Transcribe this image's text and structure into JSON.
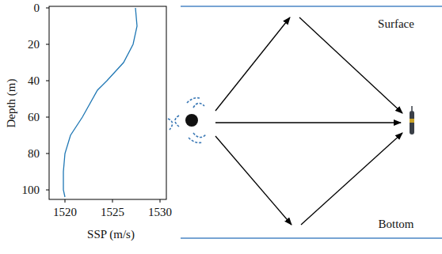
{
  "diagram": {
    "labels": [
      "0",
      "20",
      "40",
      "60",
      "80",
      "100",
      "1520",
      "1525",
      "1530",
      "Depth (m)",
      "SSP (m/s)",
      "Surface",
      "Bottom"
    ]
  }
}
